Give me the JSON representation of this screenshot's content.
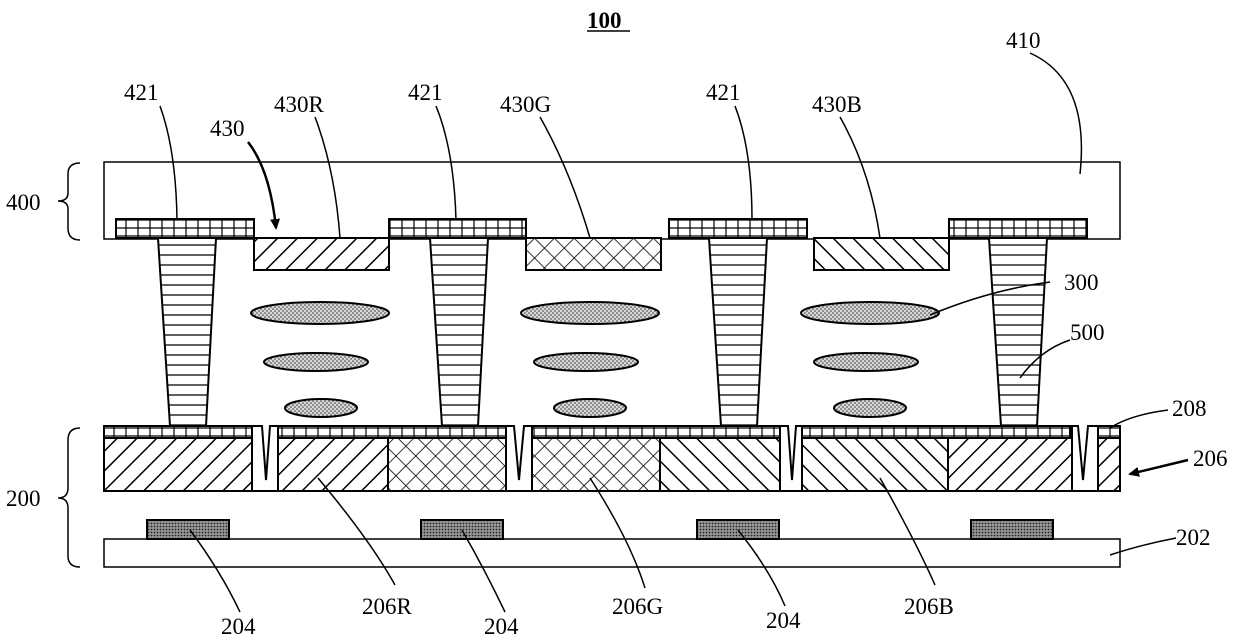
{
  "figure": {
    "title": "100",
    "labels": {
      "substrate_top": "410",
      "black_matrix_1": "421",
      "black_matrix_2": "421",
      "black_matrix_3": "421",
      "color_filter_group": "430",
      "color_filter_red": "430R",
      "color_filter_green": "430G",
      "color_filter_blue": "430B",
      "upper_assembly": "400",
      "quantum_dots": "300",
      "spacer": "500",
      "layer_208": "208",
      "layer_206": "206",
      "lower_assembly": "200",
      "substrate_bottom": "202",
      "electrode_1": "204",
      "electrode_2": "204",
      "electrode_3": "204",
      "pixel_red": "206R",
      "pixel_green": "206G",
      "pixel_blue": "206B"
    }
  }
}
